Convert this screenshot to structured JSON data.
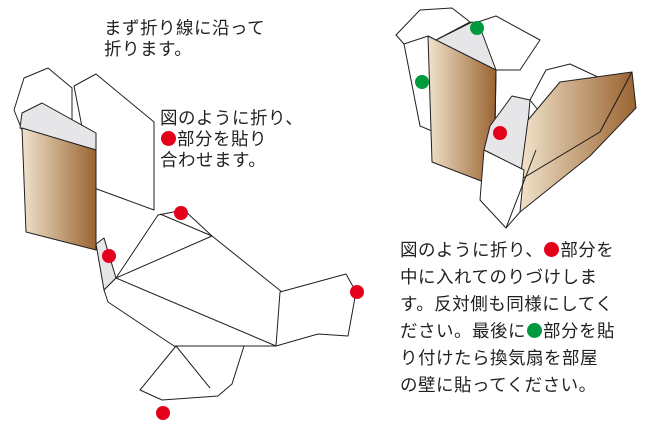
{
  "instructions": {
    "intro": [
      "まず折り線に沿って",
      "折ります。"
    ],
    "step1": {
      "line1": "図のように折り、",
      "line2_after_dot": "部分を貼り",
      "line3": "合わせます。"
    },
    "step2": {
      "line1_before_dot": "図のように折り、",
      "line1_after_dot": "部分を",
      "line2": "中に入れてのりづけしま",
      "line3": "す。反対側も同様にしてく",
      "line4_before_dot": "ださい。最後に",
      "line4_after_dot": "部分を貼",
      "line5": "り付けたら換気扇を部屋",
      "line6": "の壁に貼ってください。"
    }
  },
  "colors": {
    "red_marker": "#e4001b",
    "green_marker": "#009a3e",
    "outline": "#231f20",
    "fold_face": "#e6e6e8",
    "cardboard_light": "#efe1c8",
    "cardboard_dark": "#9a6431"
  }
}
